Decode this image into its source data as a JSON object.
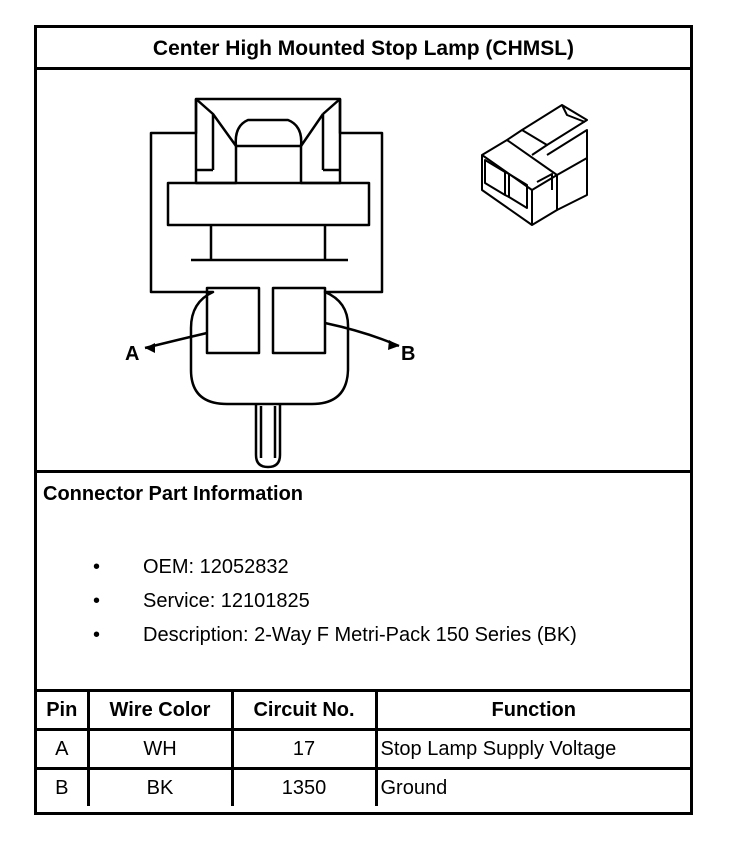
{
  "title": "Center High Mounted Stop Lamp (CHMSL)",
  "diagram": {
    "pin_label_a": "A",
    "pin_label_b": "B"
  },
  "connector_info": {
    "heading": "Connector Part Information",
    "bullet_glyph": "•",
    "items": [
      "OEM: 12052832",
      "Service: 12101825",
      "Description: 2-Way F Metri-Pack 150 Series (BK)"
    ]
  },
  "pin_table": {
    "headers": [
      "Pin",
      "Wire Color",
      "Circuit No.",
      "Function"
    ],
    "rows": [
      [
        "A",
        "WH",
        "17",
        "Stop Lamp Supply Voltage"
      ],
      [
        "B",
        "BK",
        "1350",
        "Ground"
      ]
    ]
  }
}
